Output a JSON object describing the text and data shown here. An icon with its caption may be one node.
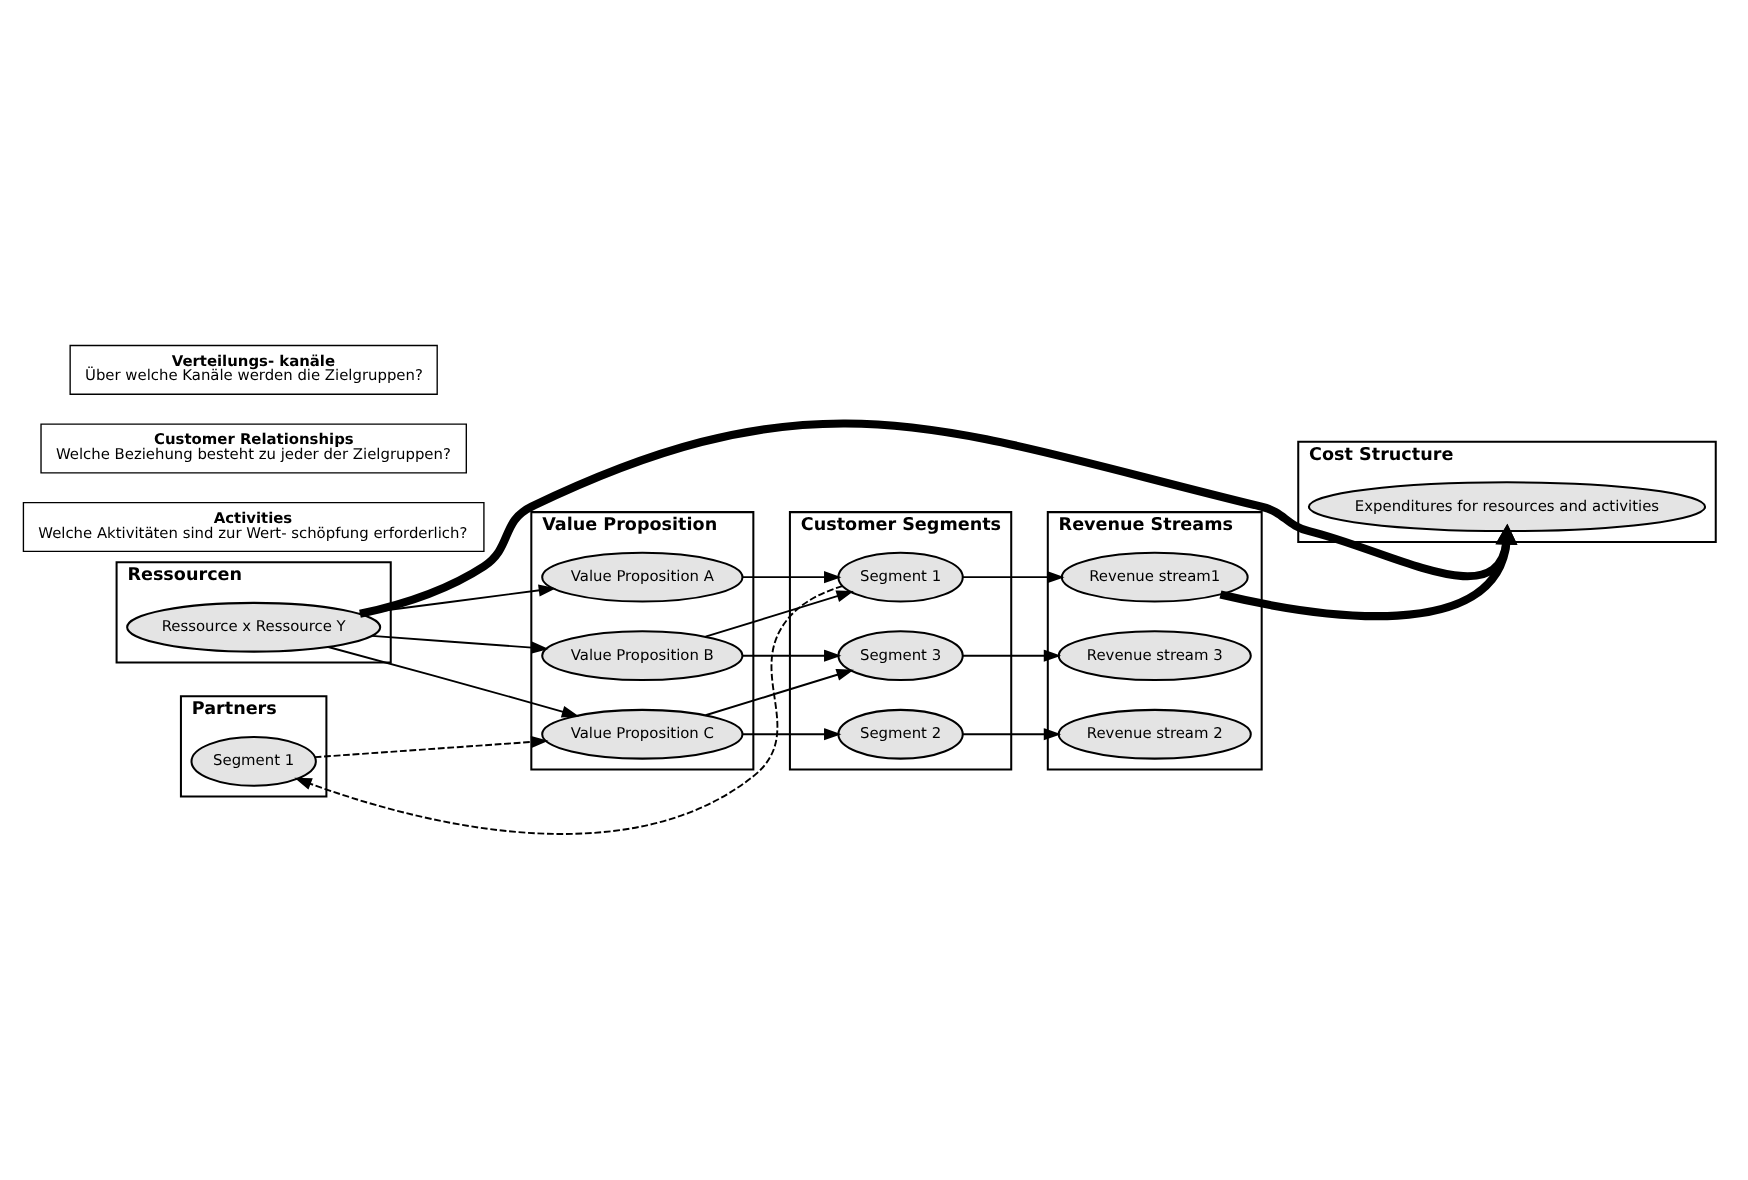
{
  "diagram": {
    "nodes": [
      {
        "text": [
          "Partners"
        ]
      },
      {
        "text": [
          "Activities",
          "Welche Aktivitäten sind zur Wert- schöpfung erforderlich?"
        ]
      },
      {
        "text": [
          "Ressourcen"
        ]
      },
      {
        "text": [
          "Value Proposition"
        ]
      },
      {
        "text": [
          "Customer Relationships",
          "Welche Beziehung besteht zu jeder der Zielgruppen?"
        ]
      },
      {
        "text": [
          "Verteilungs- kanäle",
          "Über welche Kanäle werden die Zielgruppen?"
        ]
      },
      {
        "text": [
          "Customer Segments"
        ]
      },
      {
        "text": [
          "Cost Structure"
        ]
      },
      {
        "text": [
          "Revenue Streams"
        ]
      },
      {
        "text": [
          "Segment 1"
        ],
        "in": 0
      },
      {
        "text": [
          "Value Proposition A"
        ],
        "in": 3
      },
      {
        "text": [
          "Value Proposition B"
        ],
        "in": 3
      },
      {
        "text": [
          "Value Proposition C"
        ],
        "in": 3
      },
      {
        "text": [
          "Ressource x Ressource Y"
        ],
        "in": 2
      },
      {
        "text": [
          "Segment 1"
        ],
        "in": 6
      },
      {
        "text": [
          "Segment 2"
        ],
        "in": 6
      },
      {
        "text": [
          "Segment 3"
        ],
        "in": 6
      },
      {
        "text": [
          "Expenditures for resources and activities"
        ],
        "in": 7
      },
      {
        "text": [
          "Revenue stream 3"
        ],
        "in": 8
      },
      {
        "text": [
          "Revenue stream 2"
        ],
        "in": 8
      },
      {
        "text": [
          "Revenue stream1"
        ],
        "in": 8
      }
    ],
    "edges": [
      {
        "from": 14,
        "to": 9,
        "arrow": "to",
        "style": "dashed"
      },
      {
        "from": 9,
        "to": 12,
        "arrow": "to",
        "style": "dashed"
      },
      {
        "from": 13,
        "to": 10,
        "arrow": "to"
      },
      {
        "from": 13,
        "to": 11,
        "arrow": "to"
      },
      {
        "from": 13,
        "to": 12,
        "arrow": "to"
      },
      {
        "from": 10,
        "to": 14,
        "arrow": "to"
      },
      {
        "from": 11,
        "to": 14,
        "arrow": "to"
      },
      {
        "from": 11,
        "to": 16,
        "arrow": "to"
      },
      {
        "from": 12,
        "to": 15,
        "arrow": "to"
      },
      {
        "from": 12,
        "to": 16,
        "arrow": "to"
      },
      {
        "from": 14,
        "to": 20,
        "arrow": "to"
      },
      {
        "from": 15,
        "to": 19,
        "arrow": "to"
      },
      {
        "from": 16,
        "to": 18,
        "arrow": "to"
      },
      {
        "from": 13,
        "to": 17,
        "arrow": "to",
        "style": "thick"
      },
      {
        "from": 20,
        "to": 17,
        "arrow": "to",
        "style": "thick"
      }
    ]
  }
}
